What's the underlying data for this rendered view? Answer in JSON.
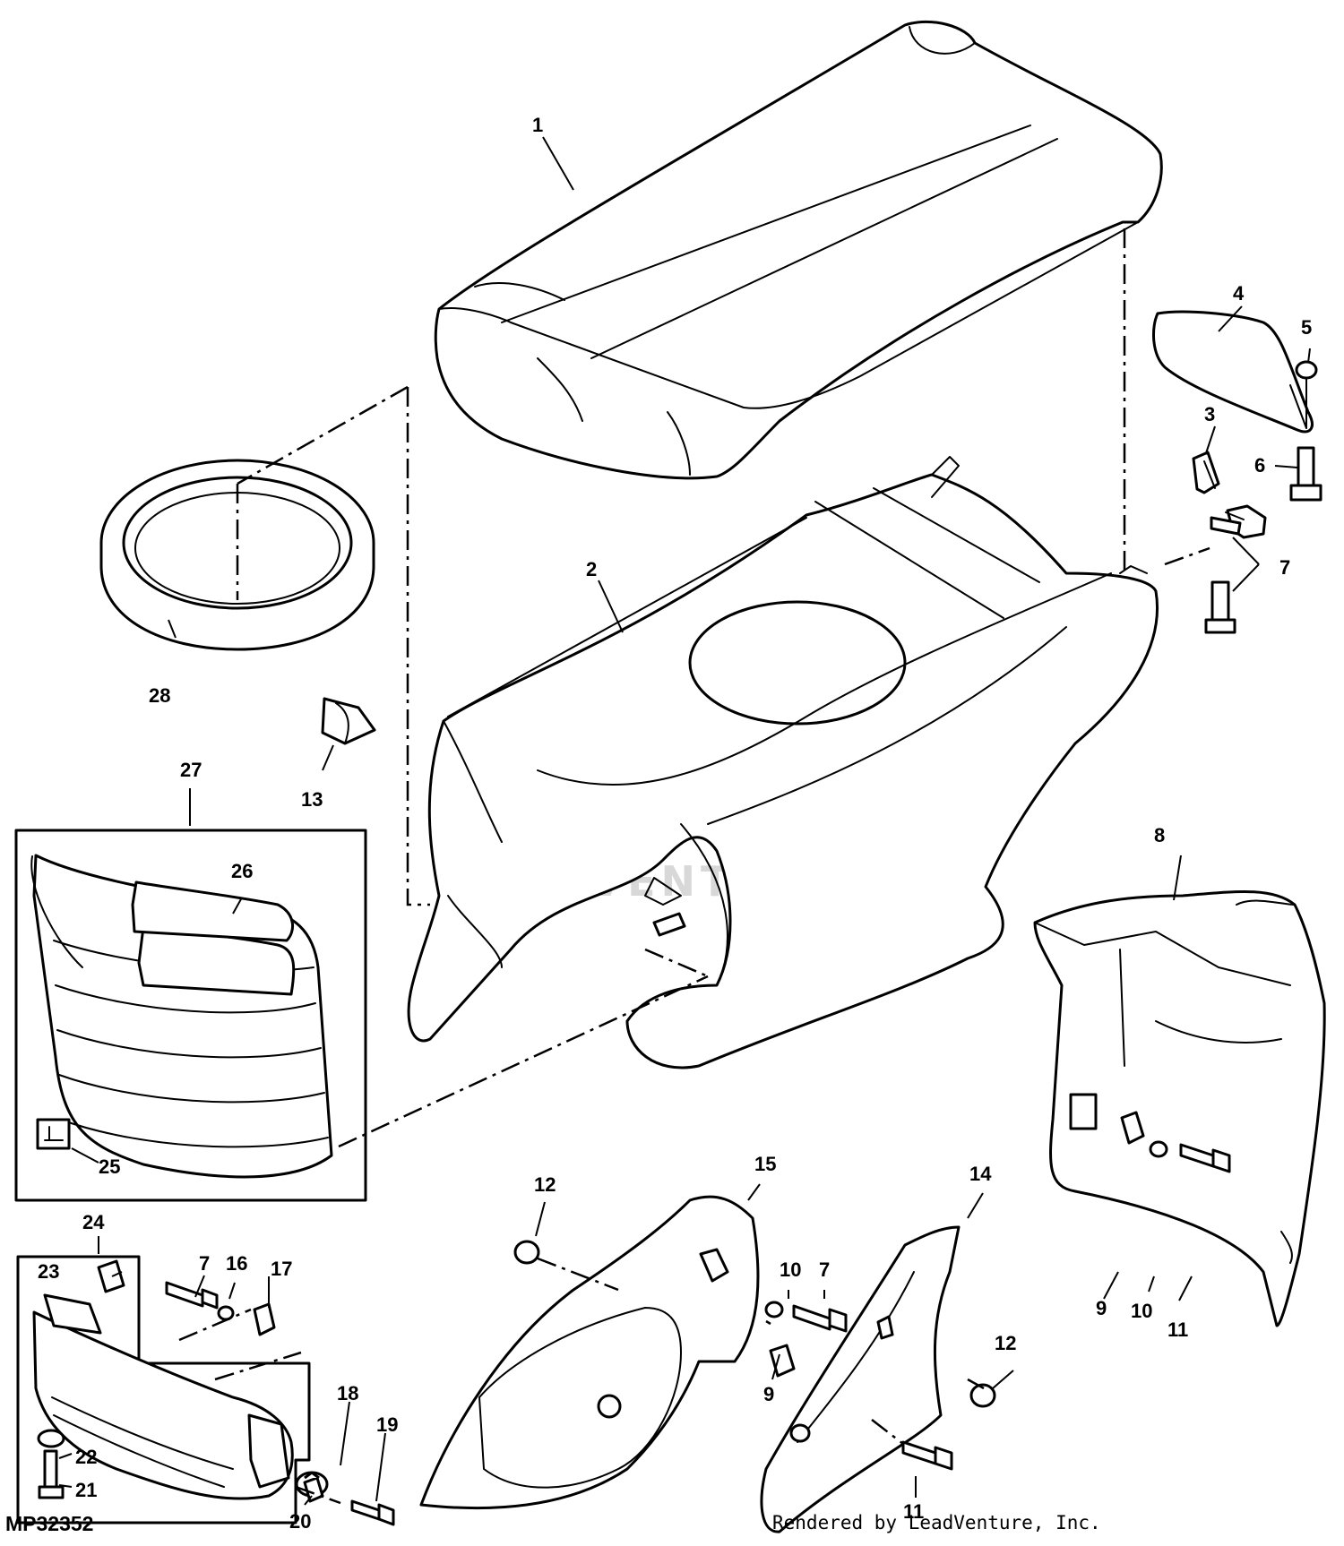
{
  "figure_id": "MP32352",
  "credit": "Rendered by LeadVenture, Inc.",
  "watermark": "LEADVENTURE",
  "callouts": [
    {
      "id": "c1",
      "label": "1"
    },
    {
      "id": "c2",
      "label": "2"
    },
    {
      "id": "c3",
      "label": "3"
    },
    {
      "id": "c4",
      "label": "4"
    },
    {
      "id": "c5",
      "label": "5"
    },
    {
      "id": "c6",
      "label": "6"
    },
    {
      "id": "c7a",
      "label": "7"
    },
    {
      "id": "c7b",
      "label": "7"
    },
    {
      "id": "c7c",
      "label": "7"
    },
    {
      "id": "c8",
      "label": "8"
    },
    {
      "id": "c9a",
      "label": "9"
    },
    {
      "id": "c9b",
      "label": "9"
    },
    {
      "id": "c10a",
      "label": "10"
    },
    {
      "id": "c10b",
      "label": "10"
    },
    {
      "id": "c11a",
      "label": "11"
    },
    {
      "id": "c11b",
      "label": "11"
    },
    {
      "id": "c12a",
      "label": "12"
    },
    {
      "id": "c12b",
      "label": "12"
    },
    {
      "id": "c13",
      "label": "13"
    },
    {
      "id": "c14",
      "label": "14"
    },
    {
      "id": "c15",
      "label": "15"
    },
    {
      "id": "c16",
      "label": "16"
    },
    {
      "id": "c17",
      "label": "17"
    },
    {
      "id": "c18",
      "label": "18"
    },
    {
      "id": "c19",
      "label": "19"
    },
    {
      "id": "c20",
      "label": "20"
    },
    {
      "id": "c21",
      "label": "21"
    },
    {
      "id": "c22",
      "label": "22"
    },
    {
      "id": "c23",
      "label": "23"
    },
    {
      "id": "c24",
      "label": "24"
    },
    {
      "id": "c25",
      "label": "25"
    },
    {
      "id": "c26",
      "label": "26"
    },
    {
      "id": "c27",
      "label": "27"
    },
    {
      "id": "c28",
      "label": "28"
    }
  ]
}
